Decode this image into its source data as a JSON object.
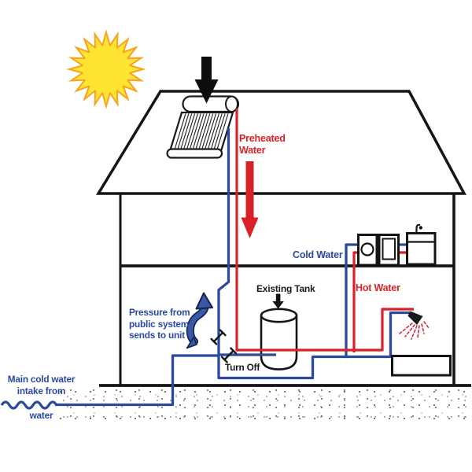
{
  "diagram": {
    "title_hint": "solar preheat water system house schematic",
    "labels": {
      "preheated_water": "Preheated\nWater",
      "cold_water": "Cold Water",
      "hot_water": "Hot Water",
      "existing_tank": "Existing Tank",
      "pressure_note": "Pressure from\npublic  system\nsends to unit",
      "turn_off": "Turn Off",
      "main_intake": "Main cold water\nintake from",
      "main_intake_word": "water"
    },
    "colors": {
      "cold_pipe_blue": "#2b4a9f",
      "hot_pipe_red": "#da2128",
      "outline_black": "#151515",
      "sun_yellow": "#ffe431",
      "sun_ray_orange": "#f5a41f",
      "pressure_arrow_fill": "#3a57a8",
      "pressure_arrow_outline": "#12244d",
      "spray_red": "#c43147",
      "label_blue": "#2b4a9f",
      "label_red": "#da2128",
      "label_black": "#1a1a1a"
    },
    "icons": {
      "sun-icon": "20-spike star",
      "sunlight-arrow-icon": "solid black down arrow",
      "preheated-flow-arrow-icon": "thick red down arrow",
      "tank-pointer-arrow-icon": "small black down arrow",
      "pressure-arrow-icon": "curved blue up arrow",
      "shutoff-valve-icon": "diagonal valve tick",
      "turn-off-valve-icon": "diagonal valve tick",
      "shower-head-icon": "black cone with red spray",
      "faucet-icon": "hooked spout",
      "water-wave-icon": "blue sine wave"
    }
  }
}
